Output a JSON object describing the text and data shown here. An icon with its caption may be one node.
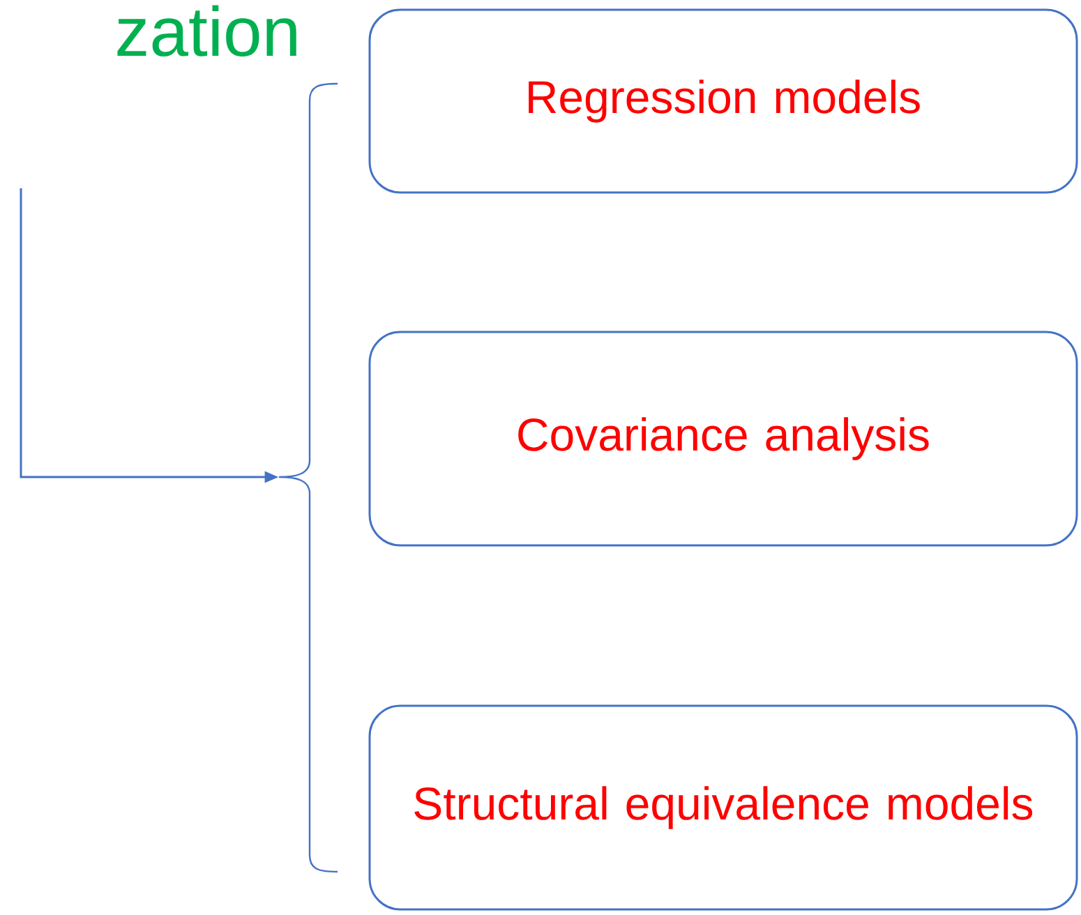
{
  "diagram": {
    "nodes": [
      {
        "text": [
          "Regression models"
        ]
      },
      {
        "text": [
          "Covariance analysis"
        ]
      },
      {
        "text": [
          "Structural equivalence models"
        ]
      },
      {
        "text": [],
        "shape": "brace"
      }
    ],
    "edges": [
      {
        "from": null,
        "to": 3,
        "arrow": "to"
      }
    ],
    "labels": [
      "zation"
    ]
  }
}
